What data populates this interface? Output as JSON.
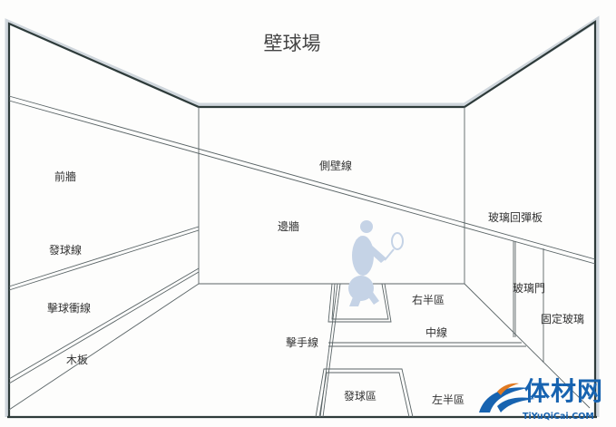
{
  "title": "壁球場",
  "labels": {
    "front_wall": "前牆",
    "service_line": "發球線",
    "out_line": "擊球衝線",
    "tin": "木板",
    "side_wall_line": "側壁線",
    "side_wall": "邊牆",
    "glass_back_wall": "玻璃回彈板",
    "right_half": "右半區",
    "glass_door": "玻璃門",
    "fixed_glass": "固定玻璃",
    "half_court_line": "中線",
    "short_line": "擊手線",
    "service_box": "發球區",
    "left_half": "左半區"
  },
  "logo": {
    "name": "体材网",
    "url_text": "TiYuQiCai.COM"
  },
  "colors": {
    "frame": "#2e3b3a",
    "line": "#5a6466",
    "logo": "#1763b0",
    "player": "#c5d3e6"
  }
}
